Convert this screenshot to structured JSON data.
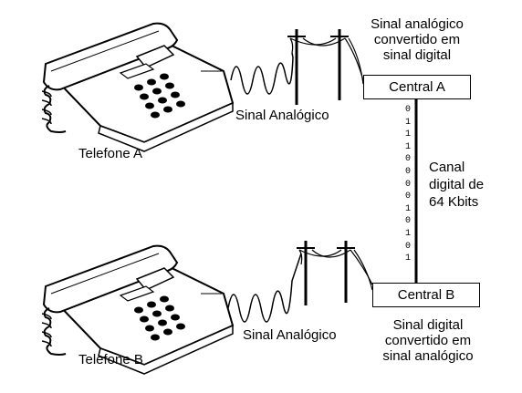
{
  "labels": {
    "top_note": [
      "Sinal analógico",
      "convertido em",
      "sinal digital"
    ],
    "bottom_note": [
      "Sinal digital",
      "convertido em",
      "sinal analógico"
    ],
    "signal_top": "Sinal Analógico",
    "signal_bottom": "Sinal Analógico",
    "phone_a": "Telefone A",
    "phone_b": "Telefone B",
    "channel": [
      "Canal",
      "digital de",
      "64 Kbits"
    ]
  },
  "centrals": {
    "a": "Central A",
    "b": "Central B"
  },
  "bitstream": [
    "0",
    "1",
    "1",
    "1",
    "0",
    "0",
    "0",
    "0",
    "1",
    "0",
    "1",
    "0",
    "1"
  ]
}
